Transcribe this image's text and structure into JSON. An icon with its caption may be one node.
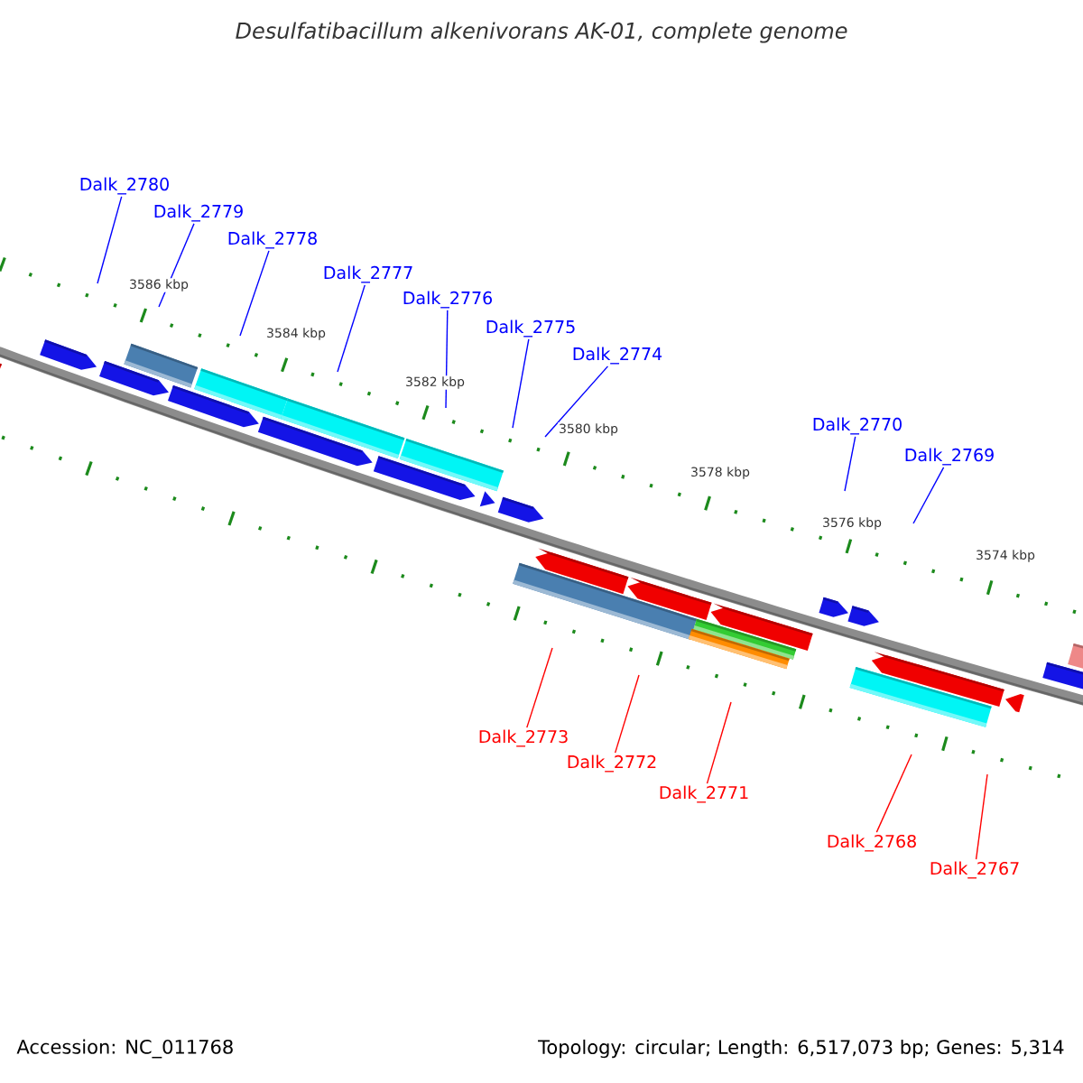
{
  "diagram": {
    "title": "Desulfatibacillum alkenivorans AK-01, complete genome",
    "nodes": [
      {
        "text": [
          "Dalk_2780"
        ]
      },
      {
        "text": [
          "Dalk_2779"
        ]
      },
      {
        "text": [
          "Dalk_2778"
        ]
      },
      {
        "text": [
          "Dalk_2777"
        ]
      },
      {
        "text": [
          "Dalk_2776"
        ]
      },
      {
        "text": [
          "Dalk_2775"
        ]
      },
      {
        "text": [
          "Dalk_2774"
        ]
      },
      {
        "text": [
          "Dalk_2770"
        ]
      },
      {
        "text": [
          "Dalk_2769"
        ]
      },
      {
        "text": [
          "Dalk_2773"
        ]
      },
      {
        "text": [
          "Dalk_2772"
        ]
      },
      {
        "text": [
          "Dalk_2771"
        ]
      },
      {
        "text": [
          "Dalk_2768"
        ]
      },
      {
        "text": [
          "Dalk_2767"
        ]
      }
    ],
    "edges": [
      {
        "from": 0,
        "to": null,
        "arrow": "none"
      },
      {
        "from": 1,
        "to": null,
        "arrow": "none"
      },
      {
        "from": 2,
        "to": null,
        "arrow": "none"
      },
      {
        "from": 3,
        "to": null,
        "arrow": "none"
      },
      {
        "from": 4,
        "to": null,
        "arrow": "none"
      },
      {
        "from": 5,
        "to": null,
        "arrow": "none"
      },
      {
        "from": 6,
        "to": null,
        "arrow": "none"
      },
      {
        "from": 7,
        "to": null,
        "arrow": "none"
      },
      {
        "from": 8,
        "to": null,
        "arrow": "none"
      },
      {
        "from": 9,
        "to": null,
        "arrow": "none",
        "color": "#ff0000"
      },
      {
        "from": 10,
        "to": null,
        "arrow": "none",
        "color": "#ff0000"
      },
      {
        "from": 11,
        "to": null,
        "arrow": "none",
        "color": "#ff0000"
      },
      {
        "from": 12,
        "to": null,
        "arrow": "none",
        "color": "#ff0000"
      },
      {
        "from": 13,
        "to": null,
        "arrow": "none",
        "color": "#ff0000"
      }
    ],
    "labels": [
      "3586 kbp",
      "3584 kbp",
      "3582 kbp",
      "3580 kbp",
      "3578 kbp",
      "3576 kbp",
      "3574 kbp",
      "Accession: NC_011768",
      "Topology: circular; Length: 6,517,073 bp; Genes: 5,314"
    ]
  }
}
